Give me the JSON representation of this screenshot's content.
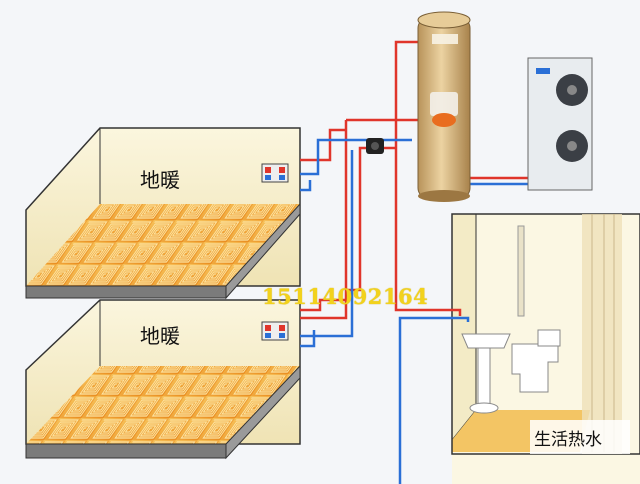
{
  "labels": {
    "floor_upper": "地暖",
    "floor_lower": "地暖",
    "bathroom": "生活热水",
    "phone": "15114092164"
  },
  "colors": {
    "hot_pipe": "#e0352b",
    "cold_pipe": "#2a6fd6",
    "floor_heat": "#f1a52d",
    "tank_body": "#d9b57c",
    "room_wall": "#f6efd0",
    "phone_text": "#f2d21c"
  }
}
